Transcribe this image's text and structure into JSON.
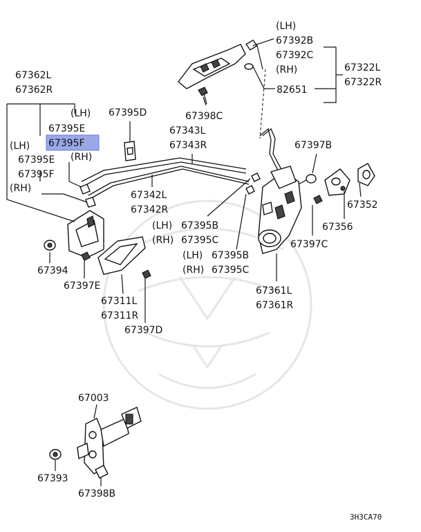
{
  "labels": {
    "p67392b": "67392B",
    "p67392c": "67392C",
    "lh_top": "(LH)",
    "rh_top": "(RH)",
    "p67322l": "67322L",
    "p67322r": "67322R",
    "p82651": "82651",
    "p67398c": "67398C",
    "p67362l": "67362L",
    "p67362r": "67362R",
    "lh_a": "(LH)",
    "p67395e_a": "67395E",
    "p67395f_a": "67395F",
    "rh_a": "(RH)",
    "lh_b": "(LH)",
    "p67395e_b": "67395E",
    "p67395f_b": "67395F",
    "rh_b": "(RH)",
    "p67395d": "67395D",
    "p67343l": "67343L",
    "p67343r": "67343R",
    "p67342l": "67342L",
    "p67342r": "67342R",
    "lh_c": "(LH)",
    "p67395b_c": "67395B",
    "rh_c": "(RH)",
    "p67395c_c": "67395C",
    "lh_d": "(LH)",
    "p67395b_d": "67395B",
    "rh_d": "(RH)",
    "p67395c_d": "67395C",
    "p67397b": "67397B",
    "p67352": "67352",
    "p67356": "67356",
    "p67397c": "67397C",
    "p67361l": "67361L",
    "p67361r": "67361R",
    "p67394": "67394",
    "p67397e": "67397E",
    "p67311l": "67311L",
    "p67311r": "67311R",
    "p67397d": "67397D",
    "p67003": "67003",
    "p67393": "67393",
    "p67398b": "67398B",
    "code": "3H3CA70"
  },
  "highlight_color": "#9aa8e8"
}
